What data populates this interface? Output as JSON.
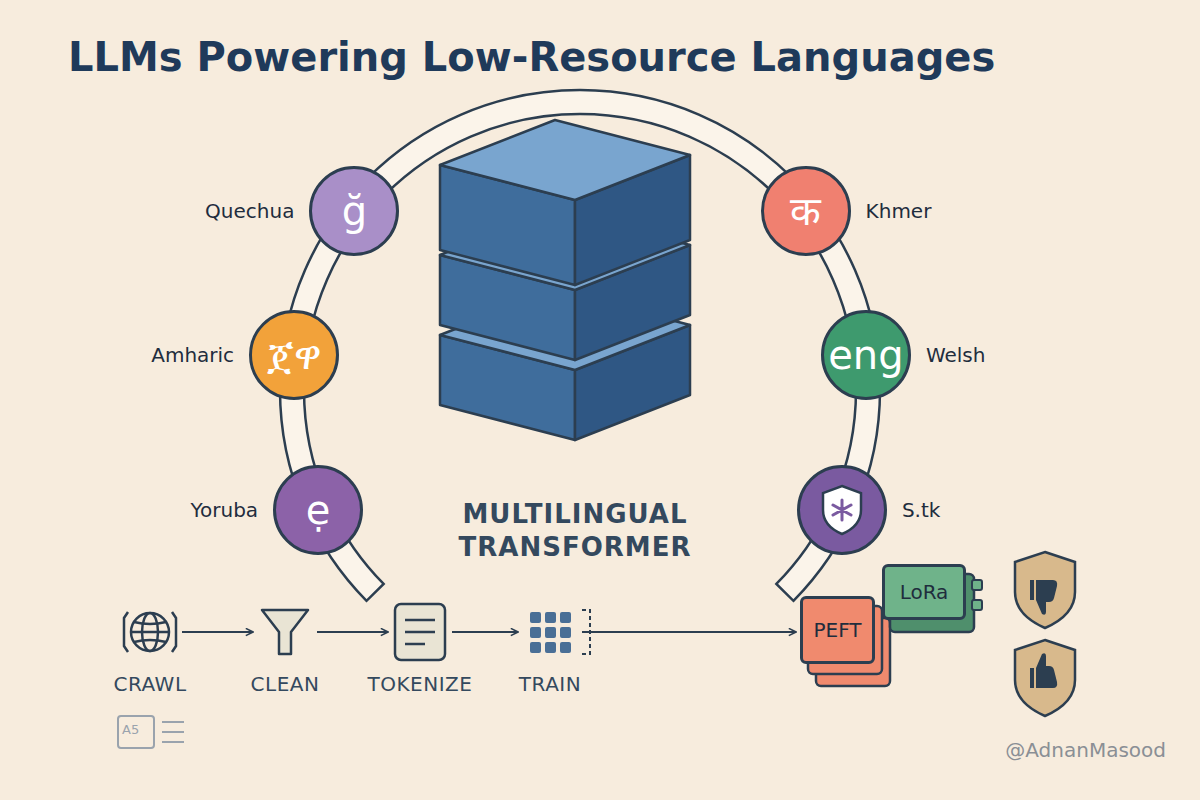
{
  "diagram": {
    "title": "LLMs Powering Low-Resource Languages",
    "nodes": [
      {
        "text": [
          "ğ",
          "Quechua"
        ]
      },
      {
        "text": [
          "क",
          "Khmer"
        ]
      },
      {
        "text": [
          "ጀዋ",
          "Amharic"
        ]
      },
      {
        "text": [
          "eng",
          "Welsh"
        ]
      },
      {
        "text": [
          "ẹ",
          "Yoruba"
        ]
      },
      {
        "text": [
          "S.tk"
        ]
      },
      {
        "text": [
          "CRAWL"
        ]
      },
      {
        "text": [
          "CLEAN"
        ]
      },
      {
        "text": [
          "TOKENIZE"
        ]
      },
      {
        "text": [
          "TRAIN"
        ]
      },
      {
        "text": [
          "PEFT"
        ]
      },
      {
        "text": [
          "LoRa"
        ]
      }
    ],
    "edges": [
      {
        "from": 6,
        "to": 7,
        "arrow": "to"
      },
      {
        "from": 7,
        "to": 8,
        "arrow": "to"
      },
      {
        "from": 8,
        "to": 9,
        "arrow": "to"
      },
      {
        "from": 9,
        "to": 10,
        "arrow": "to"
      }
    ],
    "labels": [
      "MULTILINGUAL TRANSFORMER",
      "A5",
      "@AdnanMasood"
    ]
  }
}
